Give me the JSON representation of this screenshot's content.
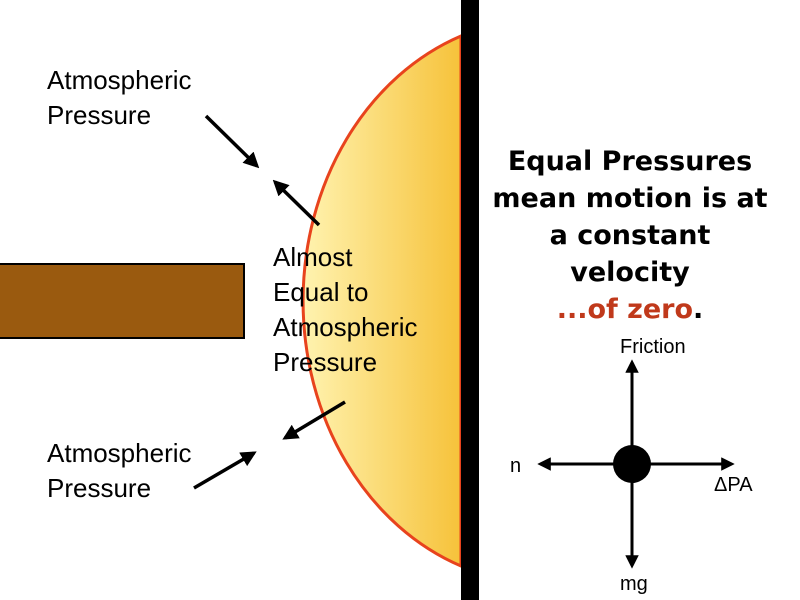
{
  "diagram": {
    "labels": {
      "outer_top": [
        "Atmospheric",
        "Pressure"
      ],
      "outer_bottom": [
        "Atmospheric",
        "Pressure"
      ],
      "inner": [
        "Almost",
        "Equal to",
        "Atmospheric",
        "Pressure"
      ]
    },
    "headline": {
      "lines": [
        "Equal Pressures",
        "mean motion is at",
        "a constant",
        "velocity"
      ],
      "emphasis": "...of zero",
      "emphasis_suffix": "."
    },
    "forces": {
      "up": "Friction",
      "left": "n",
      "right": "ΔPA",
      "down": "mg"
    },
    "colors": {
      "plunger": "#9a5a0f",
      "cup_outline": "#e8431d",
      "cup_fill_light": "#fff3b0",
      "cup_fill_dark": "#f6c23a",
      "wall": "#000000",
      "emphasis_text": "#c0391b"
    }
  }
}
